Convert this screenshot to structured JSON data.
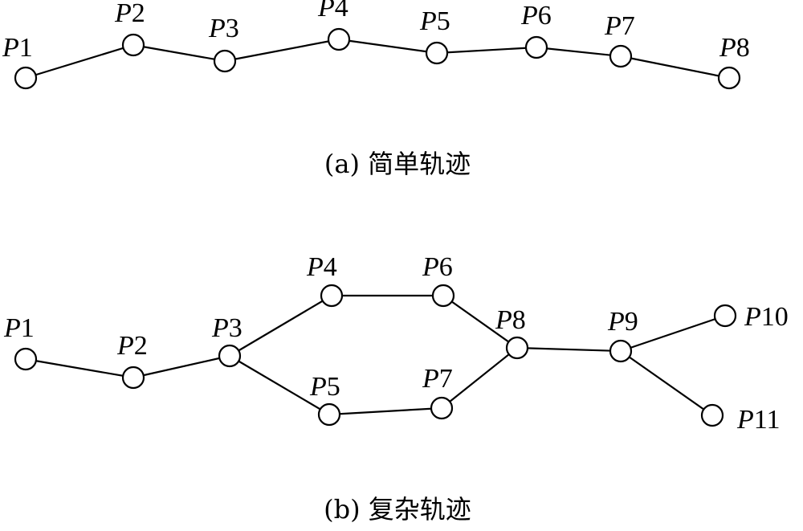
{
  "diagram_a": {
    "caption": "(a) 简单轨迹",
    "nodes": [
      {
        "id": "P1",
        "prefix": "P",
        "num": "1"
      },
      {
        "id": "P2",
        "prefix": "P",
        "num": "2"
      },
      {
        "id": "P3",
        "prefix": "P",
        "num": "3"
      },
      {
        "id": "P4",
        "prefix": "P",
        "num": "4"
      },
      {
        "id": "P5",
        "prefix": "P",
        "num": "5"
      },
      {
        "id": "P6",
        "prefix": "P",
        "num": "6"
      },
      {
        "id": "P7",
        "prefix": "P",
        "num": "7"
      },
      {
        "id": "P8",
        "prefix": "P",
        "num": "8"
      }
    ],
    "edges": [
      [
        "P1",
        "P2"
      ],
      [
        "P2",
        "P3"
      ],
      [
        "P3",
        "P4"
      ],
      [
        "P4",
        "P5"
      ],
      [
        "P5",
        "P6"
      ],
      [
        "P6",
        "P7"
      ],
      [
        "P7",
        "P8"
      ]
    ]
  },
  "diagram_b": {
    "caption": "(b) 复杂轨迹",
    "nodes": [
      {
        "id": "P1",
        "prefix": "P",
        "num": "1"
      },
      {
        "id": "P2",
        "prefix": "P",
        "num": "2"
      },
      {
        "id": "P3",
        "prefix": "P",
        "num": "3"
      },
      {
        "id": "P4",
        "prefix": "P",
        "num": "4"
      },
      {
        "id": "P5",
        "prefix": "P",
        "num": "5"
      },
      {
        "id": "P6",
        "prefix": "P",
        "num": "6"
      },
      {
        "id": "P7",
        "prefix": "P",
        "num": "7"
      },
      {
        "id": "P8",
        "prefix": "P",
        "num": "8"
      },
      {
        "id": "P9",
        "prefix": "P",
        "num": "9"
      },
      {
        "id": "P10",
        "prefix": "P",
        "num": "10"
      },
      {
        "id": "P11",
        "prefix": "P",
        "num": "11"
      }
    ],
    "edges": [
      [
        "P1",
        "P2"
      ],
      [
        "P2",
        "P3"
      ],
      [
        "P3",
        "P4"
      ],
      [
        "P3",
        "P5"
      ],
      [
        "P4",
        "P6"
      ],
      [
        "P5",
        "P7"
      ],
      [
        "P6",
        "P8"
      ],
      [
        "P7",
        "P8"
      ],
      [
        "P8",
        "P9"
      ],
      [
        "P9",
        "P10"
      ],
      [
        "P9",
        "P11"
      ]
    ]
  }
}
